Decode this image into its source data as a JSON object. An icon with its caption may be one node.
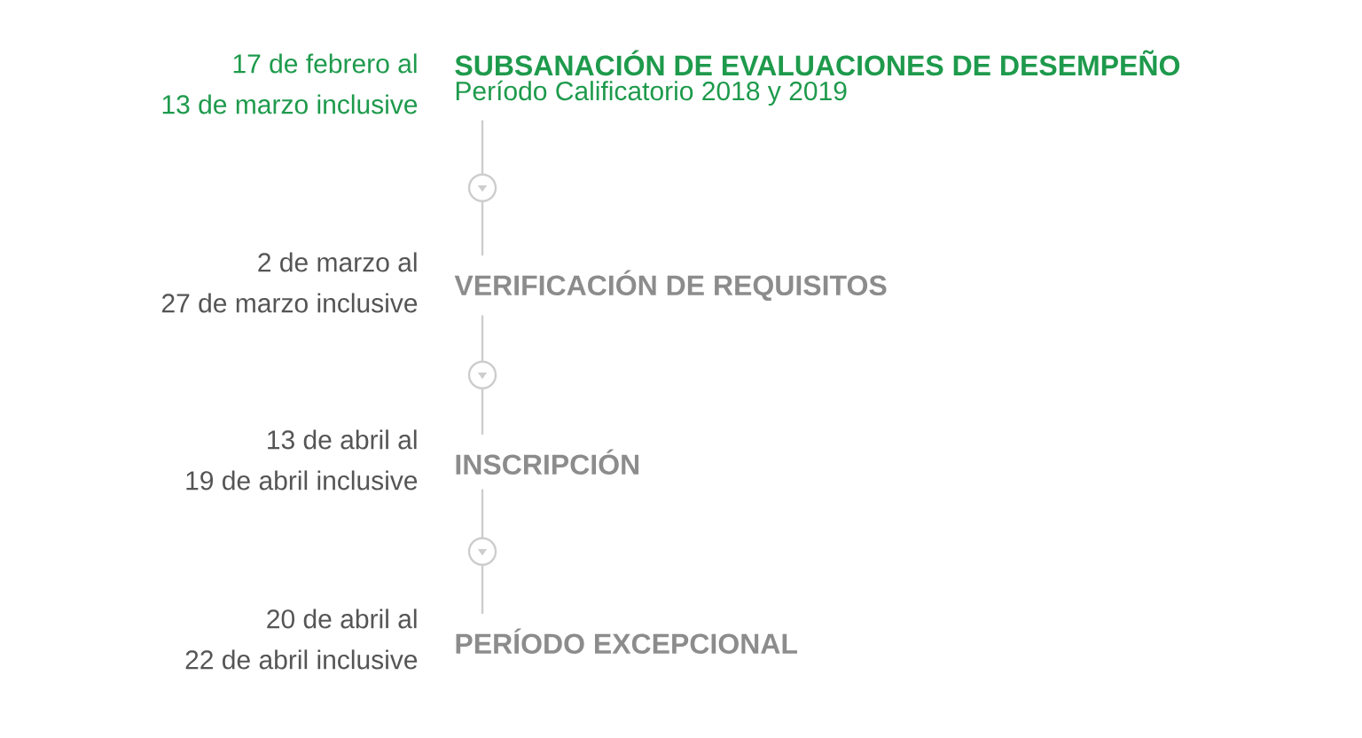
{
  "diagram": {
    "nodes": [
      {
        "text": [
          "SUBSANACIÓN DE EVALUACIONES DE DESEMPEÑO",
          "Período Calificatorio 2018 y 2019"
        ],
        "beside": [
          "17 de febrero al 13 de marzo inclusive"
        ]
      },
      {
        "text": [
          "VERIFICACIÓN DE REQUISITOS"
        ],
        "beside": [
          "2 de marzo al 27 de marzo inclusive"
        ]
      },
      {
        "text": [
          "INSCRIPCIÓN"
        ],
        "beside": [
          "13 de abril al 19 de abril inclusive"
        ]
      },
      {
        "text": [
          "PERÍODO EXCEPCIONAL"
        ],
        "beside": [
          "20 de abril al 22 de abril inclusive"
        ]
      }
    ],
    "edges": [
      {
        "from": 0,
        "to": 1,
        "arrow": "to"
      },
      {
        "from": 1,
        "to": 2,
        "arrow": "to"
      },
      {
        "from": 2,
        "to": 3,
        "arrow": "to"
      }
    ]
  }
}
